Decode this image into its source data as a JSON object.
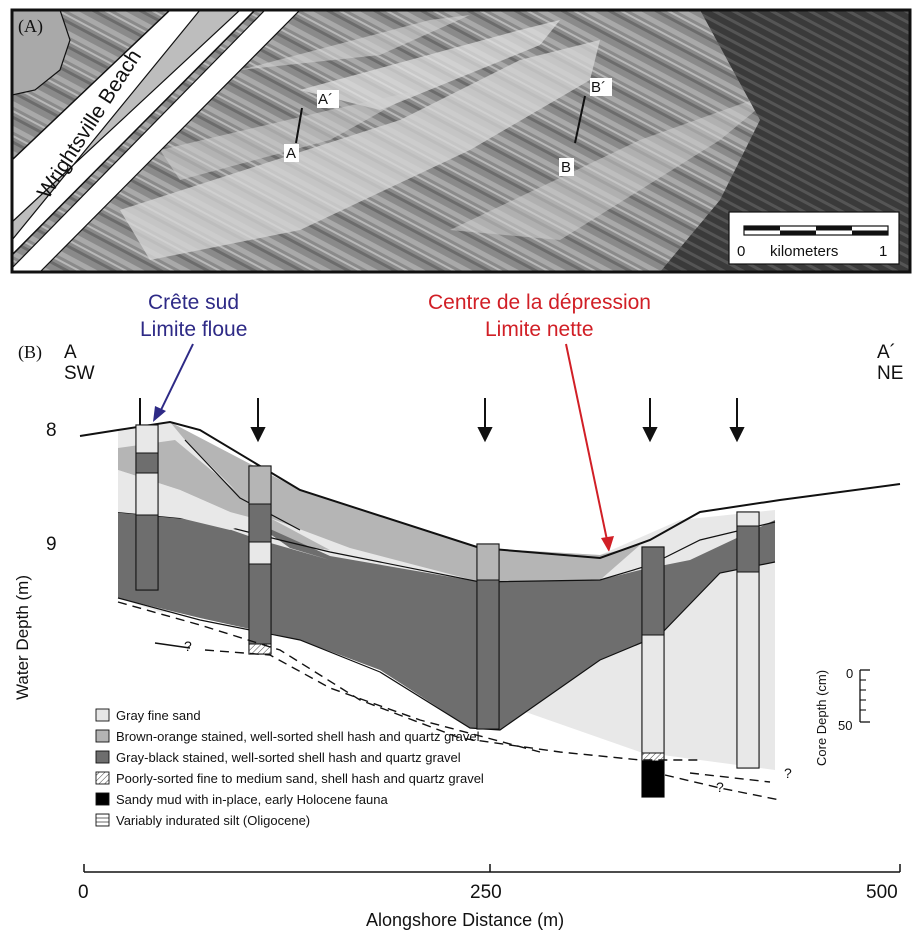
{
  "panel_a": {
    "tag": "(A)",
    "beach_label": "Wrightsville Beach",
    "markers": [
      "A",
      "A´",
      "B",
      "B´"
    ],
    "scale": {
      "zero": "0",
      "unit": "kilometers",
      "max": "1"
    }
  },
  "panel_b": {
    "tag": "(B)",
    "left_end": {
      "letter": "A",
      "direction": "SW"
    },
    "right_end": {
      "letter": "A´",
      "direction": "NE"
    },
    "annotation_blue": {
      "line1": "Crête sud",
      "line2": "Limite floue",
      "color": "#2e2a86"
    },
    "annotation_red": {
      "line1": "Centre de la dépression",
      "line2": "Limite nette",
      "color": "#d11f26"
    },
    "y_axis": {
      "label": "Water Depth (m)",
      "ticks": [
        "8",
        "9"
      ]
    },
    "x_axis": {
      "label": "Alongshore Distance (m)",
      "ticks": [
        "0",
        "250",
        "500"
      ]
    },
    "core_scale": {
      "label": "Core Depth (cm)",
      "ticks": [
        "0",
        "50"
      ]
    },
    "unknown_marks": [
      "?",
      "?",
      "?"
    ],
    "legend": [
      {
        "label": "Gray fine sand",
        "color": "#e6e6e6",
        "pattern": "none"
      },
      {
        "label": "Brown-orange stained, well-sorted shell hash and quartz gravel",
        "color": "#b3b3b3",
        "pattern": "none"
      },
      {
        "label": "Gray-black stained, well-sorted shell hash and quartz gravel",
        "color": "#6e6e6e",
        "pattern": "none"
      },
      {
        "label": "Poorly-sorted fine to medium sand, shell hash and quartz gravel",
        "color": "#ffffff",
        "pattern": "hatch"
      },
      {
        "label": "Sandy mud with in-place, early Holocene fauna",
        "color": "#000000",
        "pattern": "none"
      },
      {
        "label": "Variably indurated silt (Oligocene)",
        "color": "#ffffff",
        "pattern": "lines"
      }
    ]
  }
}
